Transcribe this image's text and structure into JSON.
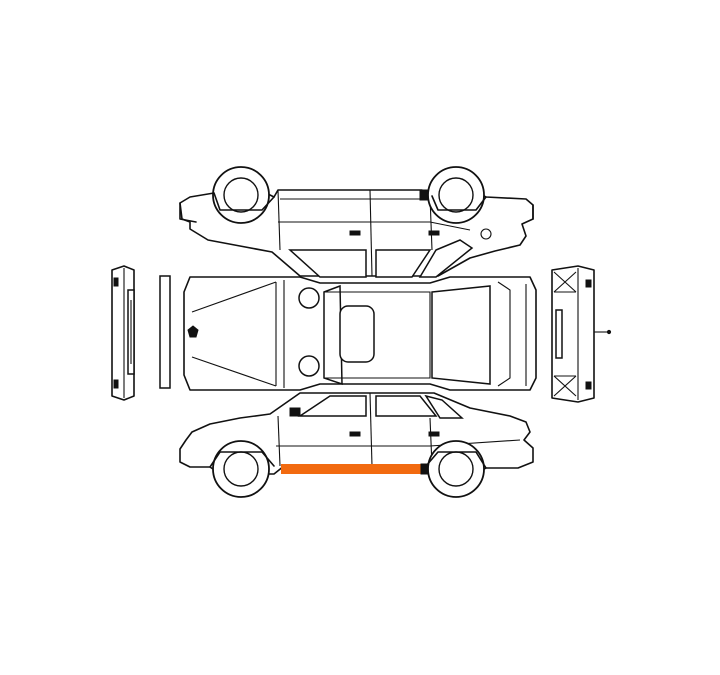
{
  "diagram": {
    "highlight_color": "#f26a10",
    "line_color": "#111111",
    "background_color": "#ffffff",
    "highlighted_parts": [
      "rocker-panel-left-side"
    ],
    "views": [
      "side-view-top",
      "top-view",
      "side-view-bottom",
      "front-view",
      "rear-view"
    ]
  }
}
